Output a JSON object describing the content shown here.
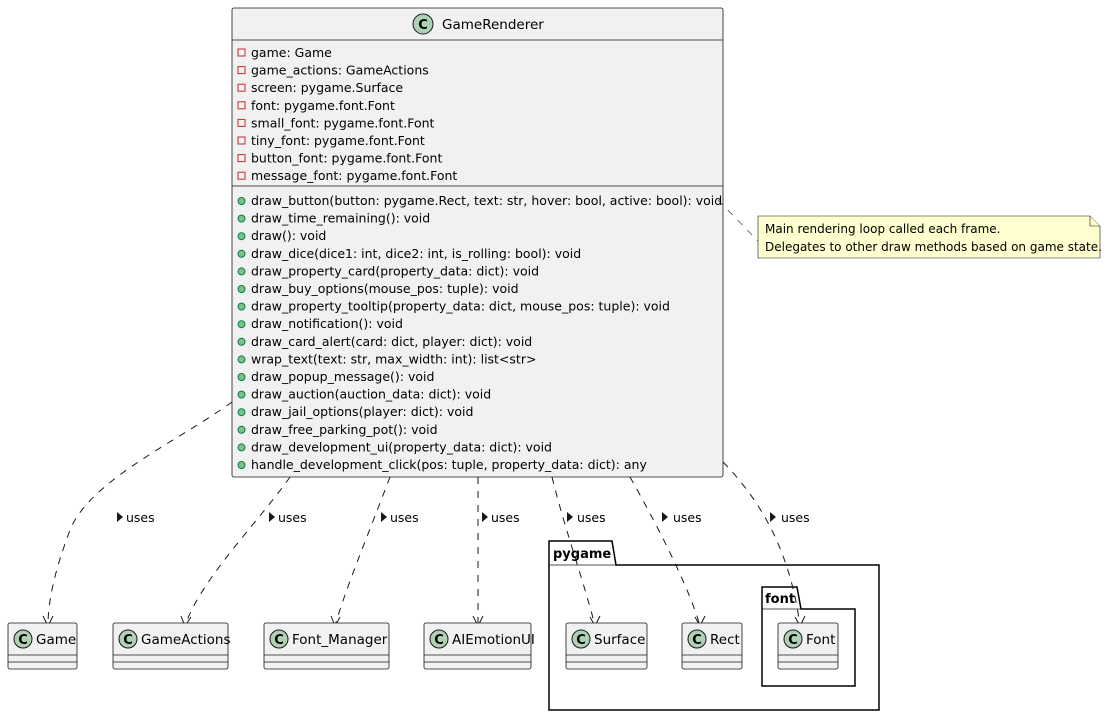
{
  "main_class": {
    "name": "GameRenderer",
    "stereotype_letter": "C",
    "attributes": [
      "game: Game",
      "game_actions: GameActions",
      "screen: pygame.Surface",
      "font: pygame.font.Font",
      "small_font: pygame.font.Font",
      "tiny_font: pygame.font.Font",
      "button_font: pygame.font.Font",
      "message_font: pygame.font.Font"
    ],
    "methods": [
      "draw_button(button: pygame.Rect, text: str, hover: bool, active: bool): void",
      "draw_time_remaining(): void",
      "draw(): void",
      "draw_dice(dice1: int, dice2: int, is_rolling: bool): void",
      "draw_property_card(property_data: dict): void",
      "draw_buy_options(mouse_pos: tuple): void",
      "draw_property_tooltip(property_data: dict, mouse_pos: tuple): void",
      "draw_notification(): void",
      "draw_card_alert(card: dict, player: dict): void",
      "wrap_text(text: str, max_width: int): list<str>",
      "draw_popup_message(): void",
      "draw_auction(auction_data: dict): void",
      "draw_jail_options(player: dict): void",
      "draw_free_parking_pot(): void",
      "draw_development_ui(property_data: dict): void",
      "handle_development_click(pos: tuple, property_data: dict): any"
    ]
  },
  "note": {
    "lines": [
      "Main rendering loop called each frame.",
      "Delegates to other draw methods based on game state."
    ]
  },
  "dependency_label": "uses",
  "classes": [
    "Game",
    "GameActions",
    "Font_Manager",
    "AIEmotionUI",
    "Surface",
    "Rect",
    "Font"
  ],
  "packages": {
    "outer": "pygame",
    "inner": "font"
  },
  "colors": {
    "class_fill": "#f1f1f1",
    "class_icon": "#add1b2",
    "note_fill": "#fefece",
    "private_icon": "#c82930",
    "public_icon": "#84be84"
  }
}
